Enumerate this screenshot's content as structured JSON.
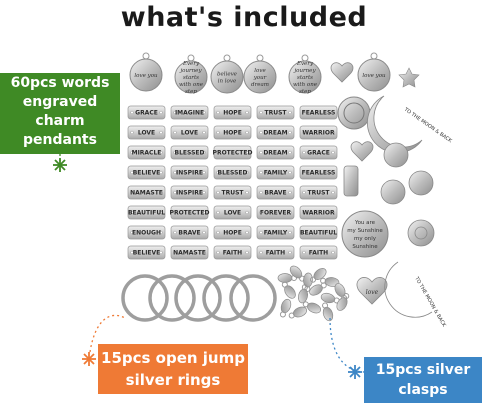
{
  "title": "what's included",
  "callouts": {
    "words": [
      "60pcs words",
      "engraved",
      "charm",
      "pendants"
    ],
    "rings": [
      "15pcs open jump",
      "silver rings"
    ],
    "clasps": [
      "15pcs silver",
      "clasps"
    ]
  },
  "colors": {
    "green": "#3f8a25",
    "orange": "#ef7a35",
    "blue": "#3c86c6",
    "silver": "#c9c9c9"
  },
  "round_pendants": [
    "love you",
    "Every journey starts with one step",
    "believe in love",
    "love your dream",
    "Every journey starts with one step",
    "love you"
  ],
  "tag_grid": [
    [
      "GRACE",
      "IMAGINE",
      "HOPE",
      "TRUST",
      "FEARLESS"
    ],
    [
      "LOVE",
      "LOVE",
      "HOPE",
      "DREAM",
      "WARRIOR"
    ],
    [
      "MIRACLE",
      "BLESSED",
      "PROTECTED",
      "DREAM",
      "GRACE"
    ],
    [
      "BELIEVE",
      "INSPIRE",
      "BLESSED",
      "FAMILY",
      "FEARLESS"
    ],
    [
      "NAMASTE",
      "INSPIRE",
      "TRUST",
      "BRAVE",
      "TRUST"
    ],
    [
      "BEAUTIFUL",
      "PROTECTED",
      "LOVE",
      "FOREVER",
      "WARRIOR"
    ],
    [
      "ENOUGH",
      "BRAVE",
      "HOPE",
      "FAMILY",
      "BEAUTIFUL"
    ],
    [
      "BELIEVE",
      "NAMASTE",
      "FAITH",
      "FAITH",
      "FAITH"
    ]
  ],
  "right_charms": {
    "moon_top": "TO THE MOON & BACK",
    "sunshine": [
      "You are",
      "my Sunshine",
      "my only",
      "Sunshine"
    ],
    "moon_bottom": "TO THE MOON & BACK",
    "heart": "love"
  }
}
